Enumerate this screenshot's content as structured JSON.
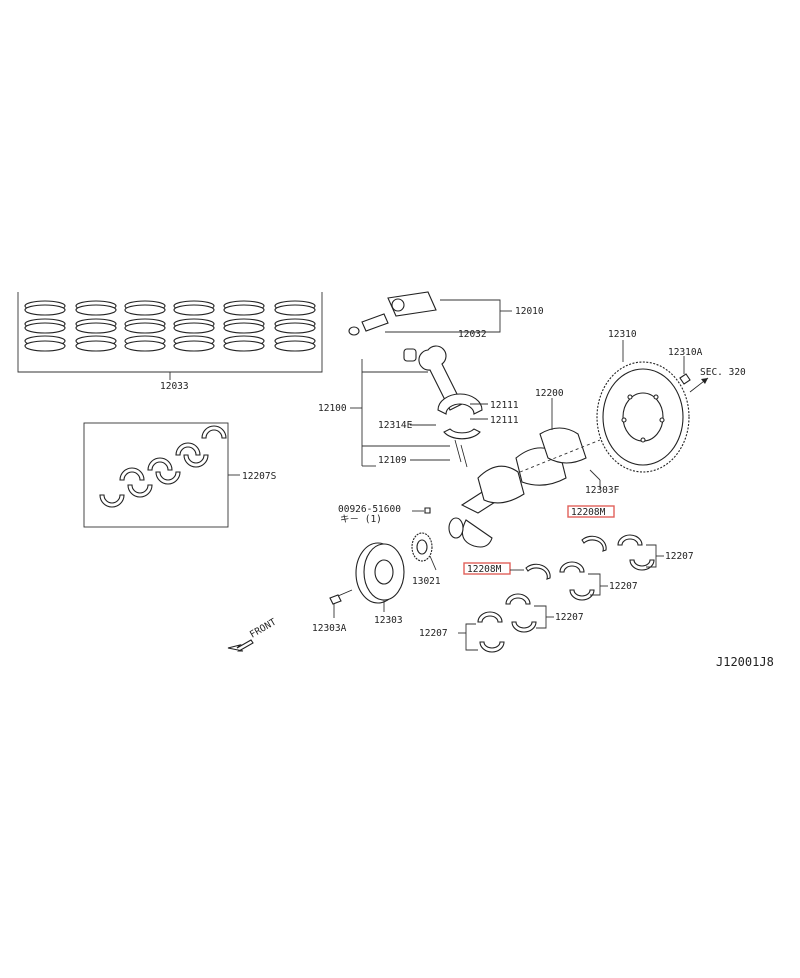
{
  "diagram": {
    "callouts": {
      "rings": "12033",
      "bearing_set": "12207S",
      "pin": "12010",
      "piston_pin_clip": "12032",
      "conrod": "12100",
      "cap_bolt": "12111",
      "cap_bolt2": "12111",
      "conrod_nut": "12314E",
      "conrod_bolt": "12109",
      "crankshaft": "12200",
      "flywheel": "12310",
      "flywheel_bolt": "12310A",
      "section_ref": "SEC. 320",
      "pilot_bushing": "12303F",
      "key_part": "00926-51600",
      "key_note": "キ－ (1)",
      "thrust_upper": "12208M",
      "thrust_lower": "12208M",
      "bearing_a": "12207",
      "bearing_b": "12207",
      "bearing_c": "12207",
      "bearing_d": "12207",
      "sprocket": "13021",
      "pulley": "12303",
      "pulley_bolt": "12303A",
      "front": "FRONT",
      "figure_id": "J12001J8"
    },
    "highlight_color": "#e0605a",
    "line_color": "#222222"
  }
}
